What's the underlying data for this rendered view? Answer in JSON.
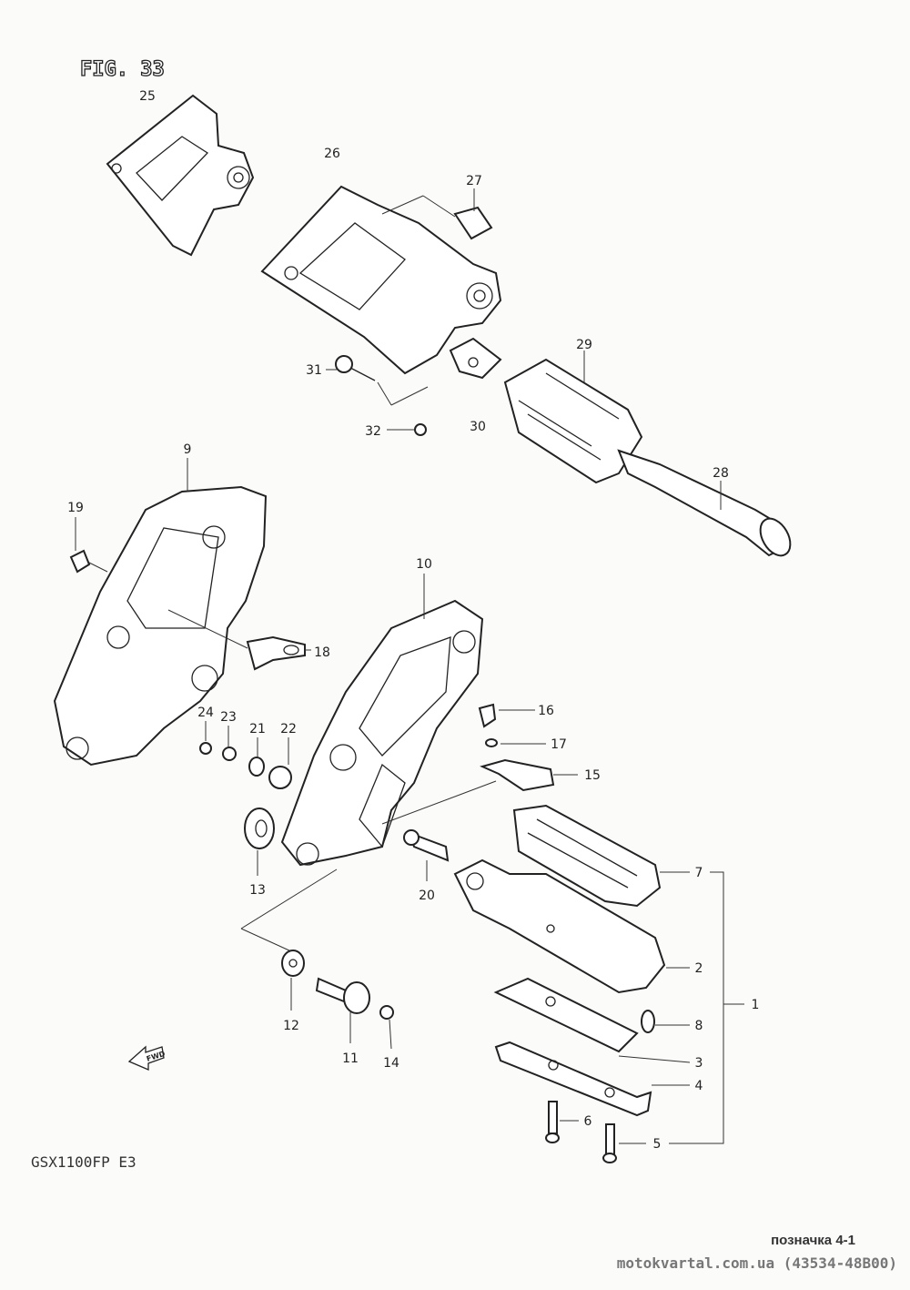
{
  "figure_title": "FIG. 33",
  "model_label": "GSX1100FP E3",
  "fwd_label": "FWD",
  "callouts": [
    "25",
    "26",
    "27",
    "29",
    "31",
    "32",
    "30",
    "28",
    "9",
    "19",
    "10",
    "18",
    "16",
    "17",
    "15",
    "24",
    "23",
    "21",
    "22",
    "13",
    "20",
    "7",
    "2",
    "1",
    "8",
    "3",
    "4",
    "6",
    "5",
    "12",
    "11",
    "14"
  ],
  "footer": {
    "caption": "позначка 4-1",
    "site": "motokvartal.com.ua (43534-48B00)"
  }
}
